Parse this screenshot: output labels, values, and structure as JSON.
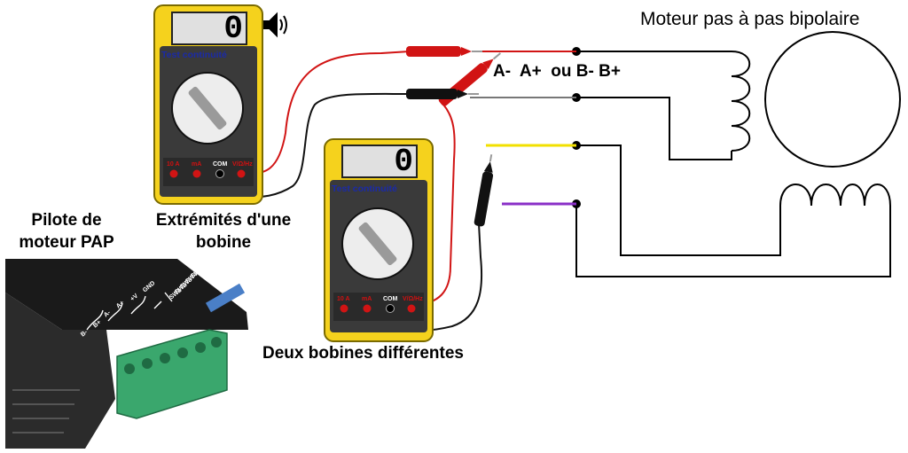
{
  "title": "Moteur pas à pas bipolaire",
  "coil_label": "A-  A+  ou B- B+",
  "caption_left": "Extrémités d'une bobine",
  "caption_bottom": "Deux bobines différentes",
  "caption_driver": "Pilote de moteur PAP",
  "meter_left": {
    "display": "0",
    "mode_label": "Test continuité",
    "terminals": [
      "10 A",
      "mA",
      "COM",
      "V/Ω/Hz"
    ]
  },
  "meter_bottom": {
    "display": "0",
    "mode_label": "Test continuité",
    "terminals": [
      "10 A",
      "mA",
      "COM",
      "V/Ω/Hz"
    ]
  },
  "driver": {
    "pins": [
      "B-",
      "B+",
      "A-",
      "A+",
      "+V",
      "GND"
    ],
    "switches": [
      "SW1",
      "SW2",
      "SW3",
      "SW4",
      "SW5",
      "SW6",
      "SW7",
      "SW8"
    ]
  },
  "colors": {
    "meter_body": "#f5d21d",
    "probe_red": "#d11414",
    "probe_black": "#111111",
    "wire_yellow": "#f2e000",
    "wire_purple": "#8a2fc7",
    "terminal_green": "#3aa76d"
  },
  "icons": [
    "speaker-icon",
    "rotary-dial-icon"
  ]
}
